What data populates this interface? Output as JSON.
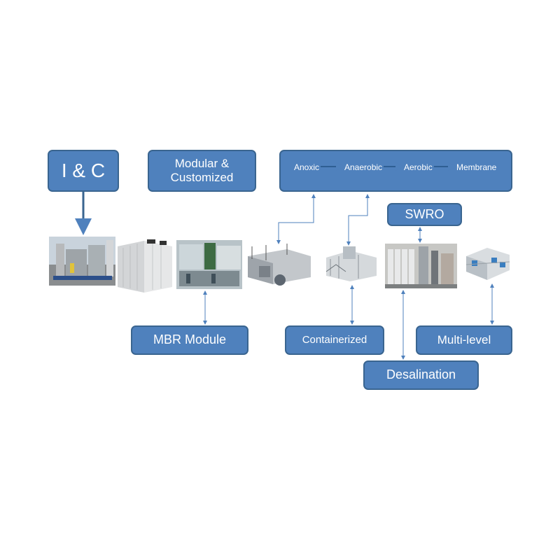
{
  "boxes": {
    "ic": "I & C",
    "modular_line1": "Modular &",
    "modular_line2": "Customized",
    "swro": "SWRO",
    "mbr_module": "MBR Module",
    "containerized": "Containerized",
    "desalination": "Desalination",
    "multi_level": "Multi-level"
  },
  "process": {
    "steps": [
      "Anoxic",
      "Anaerobic",
      "Aerobic",
      "Membrane"
    ]
  },
  "colors": {
    "box_fill": "#4f81bd",
    "box_border": "#3a6590",
    "connector": "#4f81bd",
    "text": "#ffffff"
  },
  "photos": [
    {
      "name": "control-skid-photo"
    },
    {
      "name": "container-unit-photo"
    },
    {
      "name": "mbr-module-photo"
    },
    {
      "name": "treatment-plant-render-photo"
    },
    {
      "name": "containerized-plant-render-photo"
    },
    {
      "name": "desalination-plant-photo"
    },
    {
      "name": "multi-level-plant-render-photo"
    }
  ]
}
